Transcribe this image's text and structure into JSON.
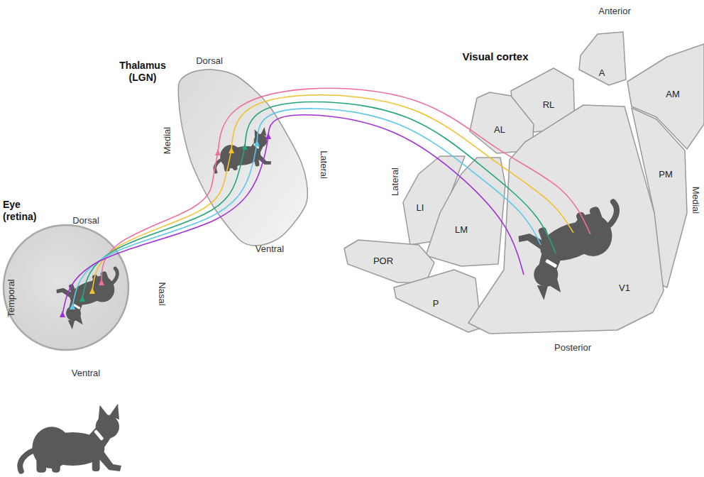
{
  "diagram": {
    "nodes": [
      {
        "text": [
          "Eye (retina)"
        ]
      },
      {
        "text": [
          "Thalamus (LGN)"
        ]
      },
      {
        "text": [
          "A"
        ]
      },
      {
        "text": [
          "RL"
        ]
      },
      {
        "text": [
          "AL"
        ]
      },
      {
        "text": [
          "AM"
        ]
      },
      {
        "text": [
          "PM"
        ]
      },
      {
        "text": [
          "LI"
        ]
      },
      {
        "text": [
          "LM"
        ]
      },
      {
        "text": [
          "POR"
        ]
      },
      {
        "text": [
          "P"
        ]
      },
      {
        "text": [
          "V1"
        ]
      }
    ],
    "edges": [
      {
        "from": 0,
        "to": 1,
        "arrow": "none"
      },
      {
        "from": 0,
        "to": 1,
        "arrow": "none"
      },
      {
        "from": 0,
        "to": 1,
        "arrow": "none"
      },
      {
        "from": 0,
        "to": 1,
        "arrow": "none"
      },
      {
        "from": 0,
        "to": 1,
        "arrow": "none"
      },
      {
        "from": 1,
        "to": 11,
        "arrow": "none"
      },
      {
        "from": 1,
        "to": 11,
        "arrow": "none"
      },
      {
        "from": 1,
        "to": 11,
        "arrow": "none"
      },
      {
        "from": 1,
        "to": 11,
        "arrow": "none"
      },
      {
        "from": 1,
        "to": 11,
        "arrow": "none"
      }
    ],
    "labels": [
      "Dorsal",
      "Temporal",
      "Nasal",
      "Ventral",
      "Dorsal",
      "Medial",
      "Lateral",
      "Ventral",
      "Visual cortex",
      "Anterior",
      "Lateral",
      "Medial",
      "Posterior"
    ]
  }
}
